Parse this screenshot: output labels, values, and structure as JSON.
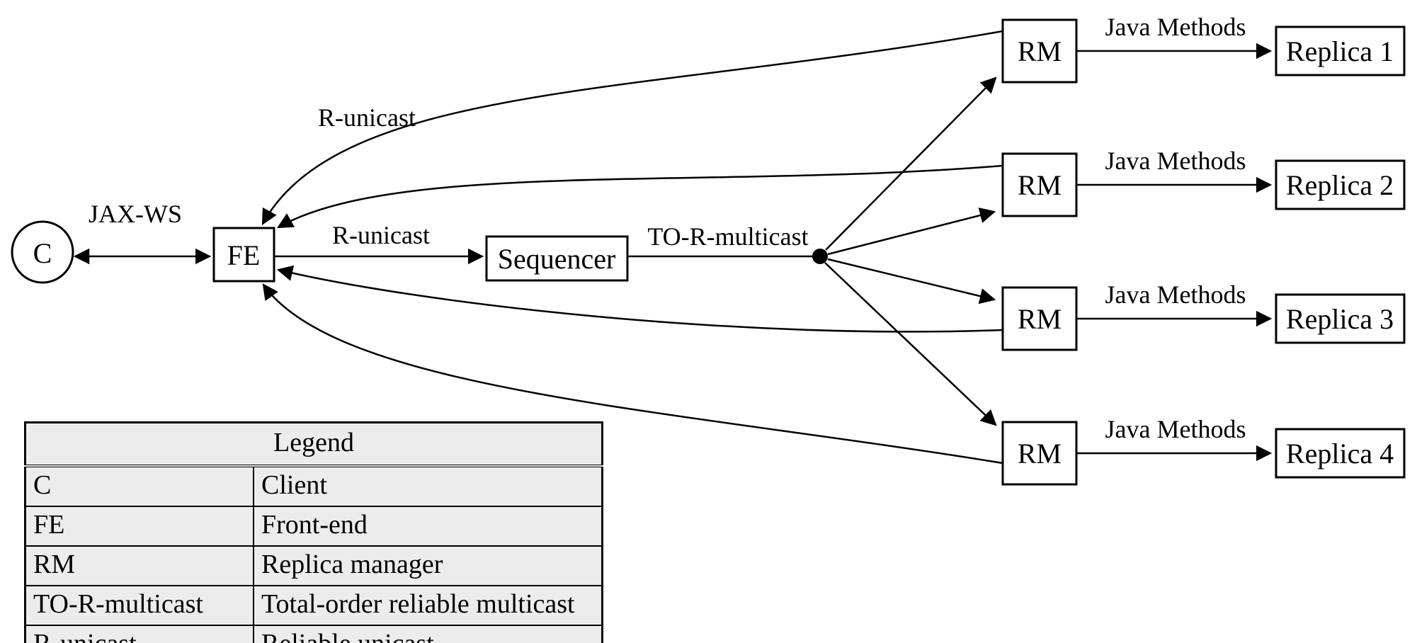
{
  "colors": {
    "ink": "#000000",
    "background": "#ffffff",
    "legend_background": "#ececec"
  },
  "nodes": {
    "client": "C",
    "front_end": "FE",
    "sequencer": "Sequencer",
    "replica_manager": "RM",
    "replicas": [
      "Replica 1",
      "Replica 2",
      "Replica 3",
      "Replica 4"
    ]
  },
  "edge_labels": {
    "client_front_end": "JAX-WS",
    "front_end_sequencer": "R-unicast",
    "rm_front_end_return": "R-unicast",
    "sequencer_multicast": "TO-R-multicast",
    "rm_replica": "Java Methods"
  },
  "legend": {
    "title": "Legend",
    "rows": [
      {
        "term": "C",
        "definition": "Client"
      },
      {
        "term": "FE",
        "definition": "Front-end"
      },
      {
        "term": "RM",
        "definition": "Replica manager"
      },
      {
        "term": "TO-R-multicast",
        "definition": "Total-order reliable multicast"
      },
      {
        "term": "R-unicast",
        "definition": "Reliable unicast"
      }
    ]
  }
}
